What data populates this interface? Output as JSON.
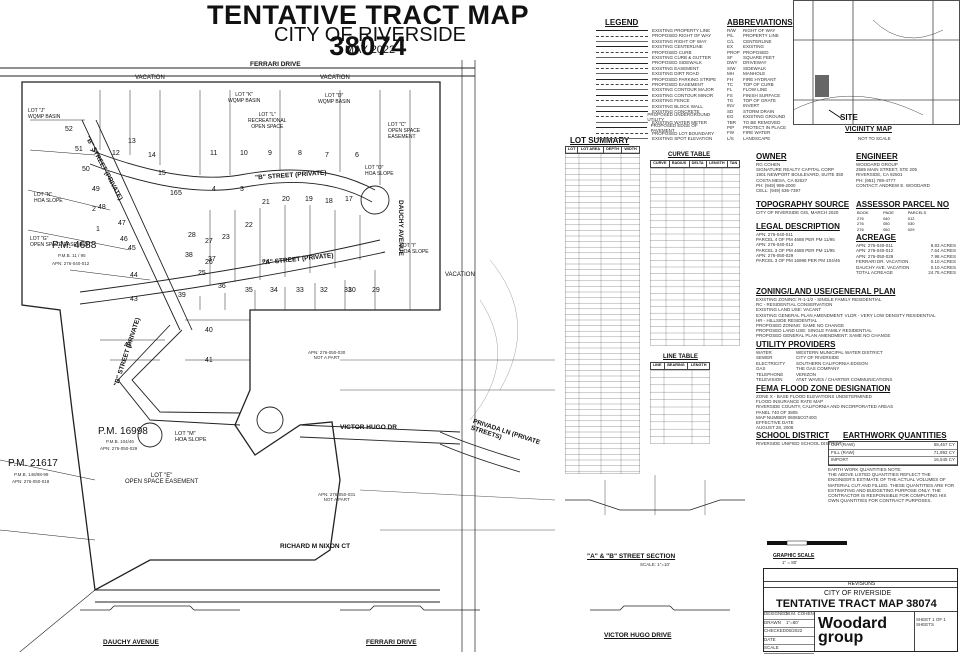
{
  "title": {
    "main": "TENTATIVE TRACT MAP 38074",
    "city": "CITY OF RIVERSIDE",
    "date": "MAY 2022"
  },
  "streets": {
    "ferrari": "FERRARI DRIVE",
    "dauchy": "DAUCHY AVENUE",
    "a_street": "\"A\" STREET (PRIVATE)",
    "b_street_top": "\"B\" STREET (PRIVATE)",
    "b_street_left": "\"B\" STREET (PRIVATE)",
    "b_street_diag": "\"B\" STREET (PRIVATE)",
    "victor_hugo": "VICTOR HUGO DR",
    "privada": "PRIVADA LN (PRIVATE STREETS)",
    "nixon": "RICHARD M NIXON CT",
    "vacation": "VACATION"
  },
  "lots": {
    "numbers": [
      "52",
      "51",
      "50",
      "49",
      "48",
      "47",
      "46",
      "45",
      "44",
      "43",
      "42",
      "41",
      "40",
      "39",
      "38",
      "37",
      "36",
      "35",
      "34",
      "33",
      "32",
      "31",
      "30",
      "29",
      "28",
      "27",
      "26",
      "25",
      "24",
      "23",
      "22",
      "21",
      "20",
      "19",
      "18",
      "17",
      "16",
      "15",
      "14",
      "13",
      "12",
      "11",
      "10",
      "9",
      "8",
      "7",
      "6",
      "5",
      "4",
      "3",
      "2",
      "1"
    ],
    "letters": {
      "lot_j": "LOT \"J\"\nWQMP BASIN",
      "lot_k": "LOT \"K\"\nWQMP BASIN",
      "lot_d": "LOT \"D\"\nWQMP BASIN",
      "lot_l": "LOT \"L\"\nRECREATIONAL\nOPEN SPACE",
      "lot_c": "LOT \"C\"\nOPEN SPACE\nEASEMENT",
      "lot_n": "LOT \"N\"\nHOA SLOPE",
      "lot_g": "LOT \"G\"\nOPEN SPACE EASEMENT",
      "lot_o": "LOT \"O\"\nHOA SLOPE",
      "lot_i": "LOT \"I\"\nHOA SLOPE",
      "lot_m": "LOT \"M\"\nHOA SLOPE",
      "lot_e": "LOT \"E\"\nOPEN SPACE EASEMENT"
    },
    "pm": [
      {
        "id": "pm4688",
        "name": "P.M. 4688",
        "ref": "P.M.B. 11 / 95",
        "apn": "APN: 276-040-012"
      },
      {
        "id": "pm16998",
        "name": "P.M. 16998",
        "ref": "P.M.B. 104/46",
        "apn": "APN: 276-050-029"
      },
      {
        "id": "pm21617",
        "name": "P.M. 21617",
        "ref": "P.M.B. 148/98-99",
        "apn": "APN: 276-050-018"
      }
    ],
    "not_a_part": "APN: 276-050-030\nNOT A PART",
    "not_a_part2": "APN: 276-050-031\nNOT A PART"
  },
  "legend": {
    "title": "LEGEND",
    "items": [
      "EXISTING PROPERTY LINE",
      "PROPOSED RIGHT OF WAY",
      "EXISTING RIGHT OF WAY",
      "EXISTING CENTERLINE",
      "PROPOSED CURB",
      "EXISTING CURB & GUTTER",
      "PROPOSED SIDEWALK",
      "EXISTING EASEMENT",
      "EXISTING DIRT ROAD",
      "PROPOSED PARKING STRIPE",
      "PROPOSED EASEMENT",
      "EXISTING CONTOUR MAJOR",
      "EXISTING CONTOUR MINOR",
      "EXISTING FENCE",
      "EXISTING BLOCK WALL",
      "EXISTING CONCRETE",
      "PROPOSED UNDERGROUND UTILITY",
      "EXISTING WATER METER",
      "PROPOSED EDGE OF PAVEMENT",
      "PROPOSED LOT BOUNDARY",
      "EXISTING SPOT ELEVATION"
    ]
  },
  "abbreviations": {
    "title": "ABBREVIATIONS",
    "codes": [
      "R/W",
      "P/L",
      "C/L",
      "EX",
      "PROP",
      "SF",
      "DWY",
      "S/W",
      "MH",
      "FH",
      "TC",
      "FL",
      "FS",
      "TG",
      "INV",
      "SD",
      "EG",
      "TBR",
      "PIP",
      "FW",
      "L/S"
    ],
    "meanings": [
      "RIGHT OF WAY",
      "PROPERTY LINE",
      "CENTERLINE",
      "EXISTING",
      "PROPOSED",
      "SQUARE FEET",
      "DRIVEWAY",
      "SIDEWALK",
      "MANHOLE",
      "FIRE HYDRANT",
      "TOP OF CURB",
      "FLOW LINE",
      "FINISH SURFACE",
      "TOP OF GRATE",
      "INVERT",
      "STORM DRAIN",
      "EXISTING GROUND",
      "TO BE REMOVED",
      "PROTECT IN PLACE",
      "FIRE WATER",
      "LANDSCAPE"
    ]
  },
  "vicinity": {
    "title": "VICINITY MAP",
    "site": "SITE",
    "nts": "NOT TO SCALE"
  },
  "owner": {
    "title": "OWNER",
    "text": "RG COHEN\nSIGNATURE REALTY CAPITAL CORP\n1901 NEWPORT BOULEVARD, SUITE 350\nCOSTA MESA, CA 92627\nPH: (949) 999-2000\nCELL: (949) 636-7397"
  },
  "engineer": {
    "title": "ENGINEER",
    "text": "WOODARD GROUP\n2585 MAIN STREET, STE 205\nRIVERSIDE, CA 92501\nPH: (951) 789-4777\nCONTACT: ANDREW E. WOODARD"
  },
  "topography": {
    "title": "TOPOGRAPHY SOURCE",
    "text": "CITY OF RIVERSIDE GIS, MARCH 2020"
  },
  "assessor": {
    "title": "ASSESSOR PARCEL NO",
    "headers": [
      "BOOK",
      "PAGE",
      "PARCELS"
    ],
    "rows": [
      [
        "276",
        "040",
        "012"
      ],
      [
        "276",
        "050",
        "030"
      ],
      [
        "276",
        "050",
        "029"
      ]
    ]
  },
  "legal": {
    "title": "LEGAL DESCRIPTION",
    "text": "APN: 276-040-011\nPARCEL 4 OF PM 4688 PER PM 11/95\nAPN: 276-040-012\nPARCEL 3 OF PM 4688 PER PM 11/95\nAPN: 276-050-029\nPARCEL 3 OF PM 16998 PER PM 104/46"
  },
  "acreage": {
    "title": "ACREAGE",
    "labels": [
      "APN: 276-040-011",
      "APN: 276-040-012",
      "APN: 276-050-029",
      "FERRARI DR. VACATION",
      "DAUCHY AVE. VACATION",
      "TOTAL ACREAGE"
    ],
    "values": [
      "8.83 ACRES",
      "7.64 ACRES",
      "7.98 ACRES",
      "0.10 ACRES",
      "0.10 ACRES",
      "24.75 ACRES"
    ]
  },
  "zoning": {
    "title": "ZONING/LAND USE/GENERAL PLAN",
    "text": "EXISTING ZONING: R-1-1/2 - SINGLE FAMILY RESIDENTIAL\nRC - RESIDENTIAL CONSERVATION\nEXISTING LAND USE: VACANT\nEXISTING GENERAL PLAN AMENDMENT: VLDR - VERY LOW DENSITY RESIDENTIAL\nHR - HILLSIDE RESIDENTIAL\nPROPOSED ZONING: SAME NO CHANGE\nPROPOSED LAND USE: SINGLE FAMILY RESIDENTIAL\nPROPOSED GENERAL PLAN AMENDMENT: SAME NO CHANGE"
  },
  "utility": {
    "title": "UTILITY PROVIDERS",
    "labels": [
      "WATER",
      "SEWER",
      "ELECTRICITY",
      "GAS",
      "TELEPHONE",
      "TELEVISION"
    ],
    "values": [
      "WESTERN MUNICIPAL WATER DISTRICT",
      "CITY OF RIVERSIDE",
      "SOUTHERN CALIFORNIA EDISON",
      "THE GAS COMPANY",
      "VERIZON",
      "AT&T WAVES / CHARTER COMMUNICATIONS"
    ]
  },
  "fema": {
    "title": "FEMA FLOOD ZONE DESIGNATION",
    "text": "ZONE X - BASE FLOOD ELEVATIONS UNDETERMINED\nFLOOD INSURANCE RATE MAP\nRIVERSIDE COUNTY, CALIFORNIA AND INCORPORATED AREAS\nPANEL 740 OF 3805\nMAP NUMBER 06065C0740G\nEFFECTIVE DATE\nAUGUST 28, 2008"
  },
  "school": {
    "title": "SCHOOL DISTRICT",
    "text": "RIVERSIDE UNIFIED SCHOOL DISTRICT"
  },
  "earthwork": {
    "title": "EARTHWORK QUANTITIES",
    "labels": [
      "CUT (RAW)",
      "FILL (RAW)",
      "IMPORT"
    ],
    "values": [
      "58,457 CY",
      "71,992 CY",
      "16,545 CY"
    ],
    "note": "EARTH WORK QUANTITIES NOTE:\nTHE ABOVE LISTED QUANTITIES REFLECT THE ENGINEER'S ESTIMATE OF THE ACTUAL VOLUMES OF MATERIAL CUT AND FILLED. THESE QUANTITIES ARE FOR ESTIMATING AND BUDGETING PURPOSE ONLY. THE CONTRACTOR IS RESPONSIBLE FOR COMPUTING HIS OWN QUANTITIES FOR CONTRACT PURPOSES."
  },
  "lot_summary": {
    "title": "LOT SUMMARY",
    "headers": [
      "LOT",
      "LOT AREA",
      "DEPTH",
      "WIDTH"
    ]
  },
  "curve_table": {
    "title": "CURVE TABLE",
    "headers": [
      "CURVE",
      "RADIUS",
      "DELTA",
      "LENGTH",
      "TAN"
    ]
  },
  "line_table": {
    "title": "LINE TABLE",
    "headers": [
      "LINE",
      "BEARING",
      "LENGTH"
    ]
  },
  "sections": {
    "ab": "\"A\" & \"B\" STREET SECTION",
    "dauchy": "DAUCHY AVENUE",
    "ferrari": "FERRARI DRIVE",
    "victor": "VICTOR HUGO DRIVE",
    "scale": "SCALE: 1\"=10'",
    "graphic": "GRAPHIC SCALE",
    "graphic_scale": "1\" = 80'"
  },
  "titleblock": {
    "revisions": "REVISIONS",
    "city": "CITY OF RIVERSIDE",
    "title": "TENTATIVE TRACT MAP 38074",
    "company": "Woodard\ngroup",
    "labels": [
      "DESIGNED",
      "DRAWN",
      "CHECKED",
      "DATE",
      "SCALE"
    ],
    "values": [
      "W.M. COHEN",
      "1\"=80'",
      "05/2022"
    ],
    "sheet": "SHEET 1 OF 1 SHEETS"
  },
  "colors": {
    "ink": "#111111",
    "line": "#333333",
    "paper": "#ffffff"
  }
}
